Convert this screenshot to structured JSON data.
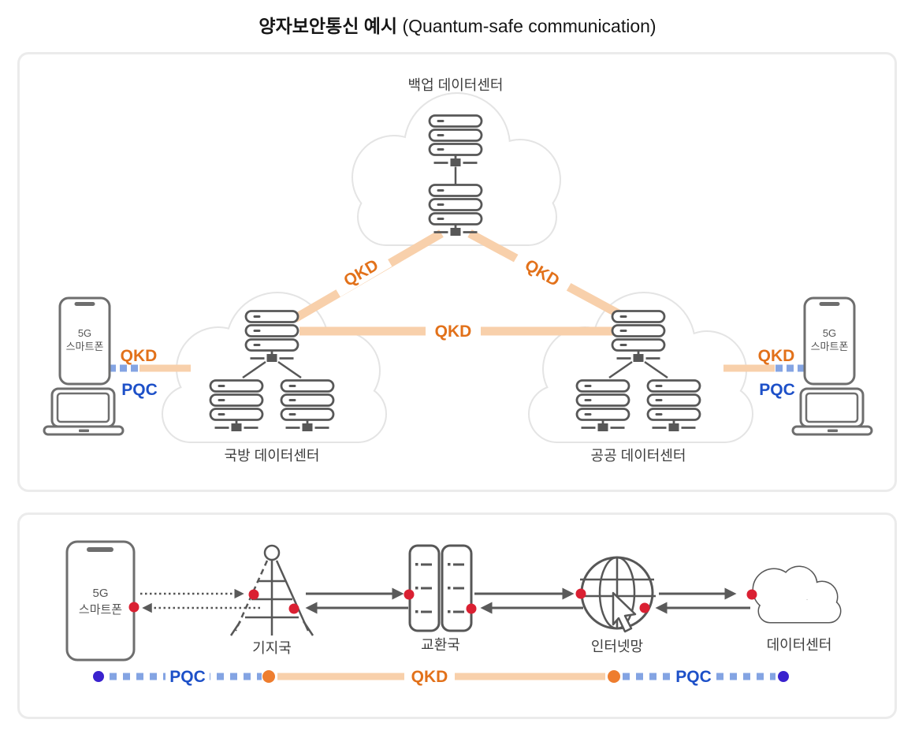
{
  "title": {
    "ko": "양자보안통신 예시",
    "en": "(Quantum-safe communication)"
  },
  "labels": {
    "qkd": "QKD",
    "pqc": "PQC"
  },
  "top_panel": {
    "backup_datacenter": "백업 데이터센터",
    "defense_datacenter": "국방 데이터센터",
    "public_datacenter": "공공 데이터센터",
    "phone_line1": "5G",
    "phone_line2": "스마트폰"
  },
  "bottom_panel": {
    "phone_line1": "5G",
    "phone_line2": "스마트폰",
    "base_station": "기지국",
    "exchange": "교환국",
    "internet": "인터넷망",
    "datacenter": "데이터센터",
    "chain": [
      "5G 스마트폰",
      "기지국",
      "교환국",
      "인터넷망",
      "데이터센터"
    ],
    "legend_segments": [
      "PQC",
      "QKD",
      "PQC"
    ]
  },
  "colors": {
    "qkd_text": "#E2711A",
    "qkd_band": "#F8D0AB",
    "qkd_node_dot": "#EE7D2E",
    "pqc_text": "#1D50C8",
    "pqc_dash": "#84A4E3",
    "endpoint_dot": "#3A22CE",
    "link_dot_red": "#DA2032",
    "icon_gray": "#575757",
    "cloud_gray": "#E4E4E4",
    "panel_border": "#EBEBEB",
    "label_text": "#3D3D3D"
  }
}
